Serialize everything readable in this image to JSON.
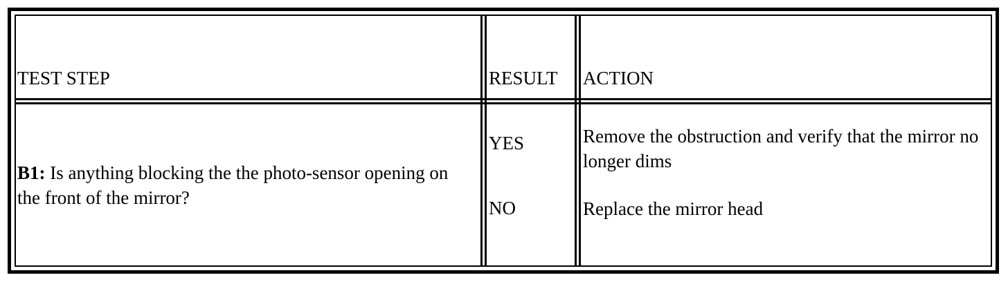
{
  "document": {
    "type": "diagnostic-troubleshooting-table",
    "background_color": "#ffffff",
    "text_color": "#000000"
  },
  "table": {
    "columns": [
      {
        "key": "test_step",
        "header": "TEST STEP"
      },
      {
        "key": "result",
        "header": "RESULT"
      },
      {
        "key": "action",
        "header": "ACTION"
      }
    ],
    "rows": [
      {
        "step_label": "B1:",
        "step_text": " Is anything blocking the the photo-sensor opening on the front of the mirror?",
        "results": [
          {
            "value": "YES",
            "action": "Remove the obstruction and verify that the mirror no longer dims"
          },
          {
            "value": "NO",
            "action": "Replace the mirror head"
          }
        ]
      }
    ]
  }
}
